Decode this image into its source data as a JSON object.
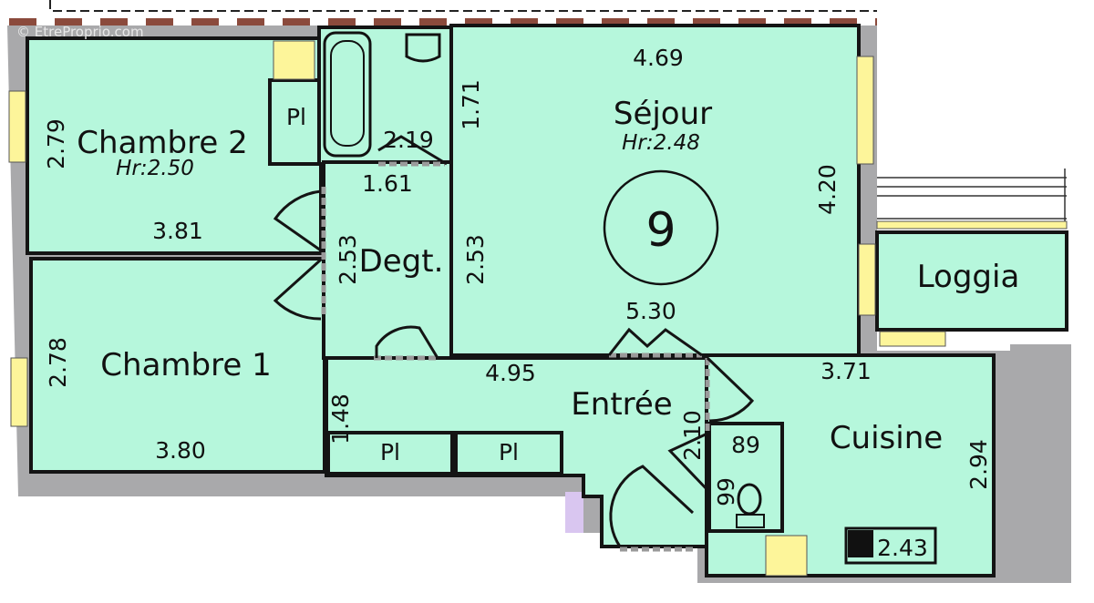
{
  "watermark": "© EtreProprio.com",
  "colors": {
    "room": "#b6f7dc",
    "wall": "#a9a9ab",
    "window": "#fdf59a",
    "line": "#141414"
  },
  "rooms": {
    "chambre2": {
      "name": "Chambre 2",
      "height": "Hr:2.50",
      "dim_h": "3.81",
      "dim_v": "2.79"
    },
    "chambre1": {
      "name": "Chambre 1",
      "dim_h": "3.80",
      "dim_v": "2.78"
    },
    "sejour": {
      "name": "Séjour",
      "height": "Hr:2.48",
      "dim_top": "4.69",
      "dim_bottom": "5.30",
      "dim_v": "4.20",
      "dim_left": "2.53"
    },
    "degt": {
      "name": "Degt.",
      "dim_h": "1.61",
      "dim_v": "2.53"
    },
    "bain": {
      "dim_h": "2.19",
      "dim_v": "1.71"
    },
    "loggia": {
      "name": "Loggia"
    },
    "entree": {
      "name": "Entrée",
      "dim_h": "4.95",
      "dim_v": "1.48",
      "dim_v2": "2.10"
    },
    "cuisine": {
      "name": "Cuisine",
      "dim_h": "3.71",
      "dim_v": "2.94",
      "dim_bottom": "2.43"
    },
    "wc": {
      "dim_h": "89",
      "dim_v": "99"
    },
    "closets": [
      "Pl",
      "Pl",
      "Pl"
    ]
  },
  "plan_number": "9"
}
